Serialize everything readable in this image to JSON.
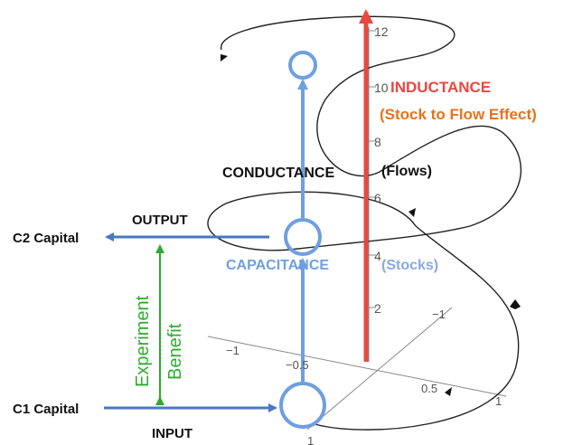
{
  "labels": {
    "inductance": "INDUCTANCE",
    "inductance_sub": "(Stock to Flow Effect)",
    "conductance": "CONDUCTANCE",
    "flows": "(Flows)",
    "capacitance": "CAPACITANCE",
    "stocks": "(Stocks)",
    "output": "OUTPUT",
    "input": "INPUT",
    "c2_capital": "C2 Capital",
    "c1_capital": "C1 Capital",
    "experiment": "Experiment",
    "benefit": "Benefit"
  },
  "axis": {
    "z_ticks": [
      "2",
      "4",
      "6",
      "8",
      "10",
      "12"
    ],
    "x_ticks": [
      "−1",
      "−0.5",
      "0.5",
      "1"
    ],
    "y_ticks": [
      "−1",
      "1"
    ]
  },
  "colors": {
    "blue": "#6f9fe0",
    "dark_blue": "#4a78c0",
    "red": "#e8483e",
    "orange": "#e5731f",
    "green": "#2eaa2e",
    "black": "#111111",
    "gray": "#888888"
  }
}
